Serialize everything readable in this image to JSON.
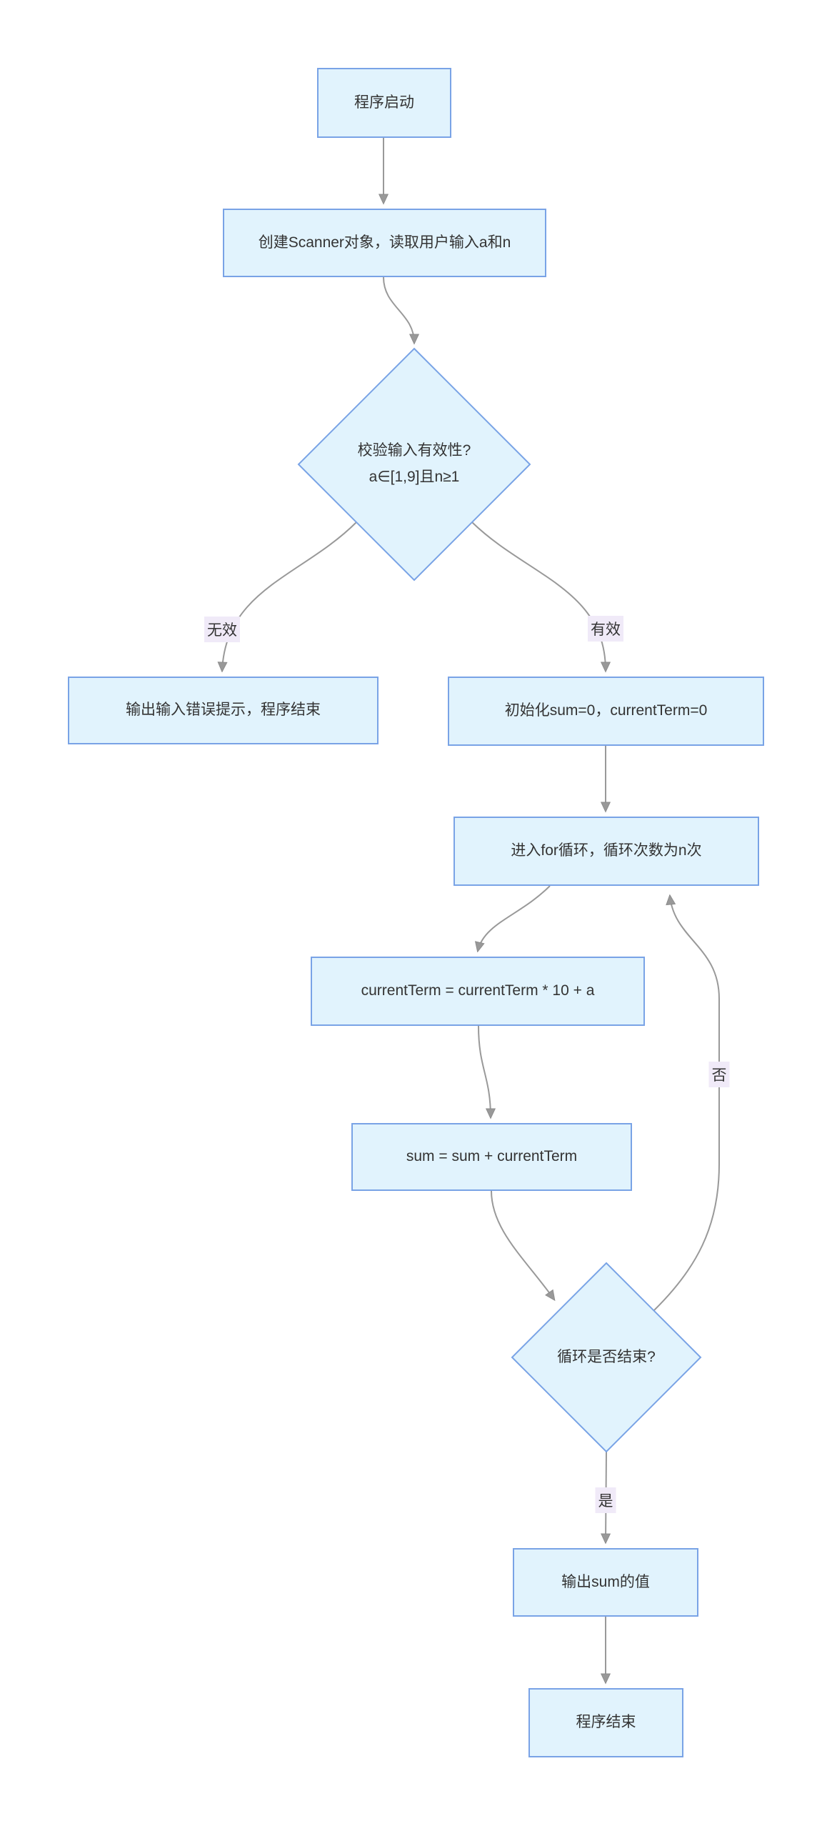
{
  "diagram": {
    "type": "flowchart",
    "direction": "top-down",
    "colors": {
      "background": "#ffffff",
      "node_fill": "#e1f3fd",
      "node_border": "#79a3e6",
      "edge": "#999999",
      "edge_label_bg": "#f0eaf8",
      "text": "#333333"
    },
    "nodes": {
      "start": {
        "label": "程序启动"
      },
      "read_input": {
        "label": "创建Scanner对象，读取用户输入a和n"
      },
      "validate": {
        "label": "校验输入有效性?",
        "condition": "a∈[1,9]且n≥1"
      },
      "invalid_end": {
        "label": "输出输入错误提示，程序结束"
      },
      "init": {
        "label": "初始化sum=0，currentTerm=0"
      },
      "for_loop": {
        "label": "进入for循环，循环次数为n次"
      },
      "calc_term": {
        "label": "currentTerm = currentTerm * 10 + a"
      },
      "calc_sum": {
        "label": "sum = sum + currentTerm"
      },
      "loop_check": {
        "label": "循环是否结束?"
      },
      "output": {
        "label": "输出sum的值"
      },
      "end": {
        "label": "程序结束"
      }
    },
    "edge_labels": {
      "invalid": "无效",
      "valid": "有效",
      "no": "否",
      "yes": "是"
    }
  }
}
